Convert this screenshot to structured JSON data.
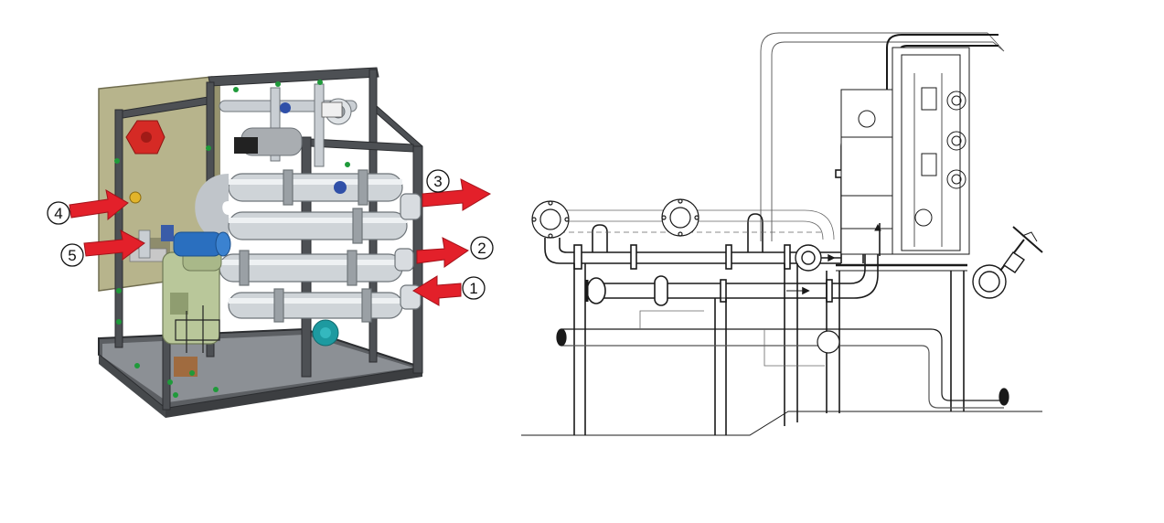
{
  "colors": {
    "background": "#ffffff",
    "arrow_red": "#e3202a",
    "cabinet_khaki": "#b7b48c",
    "frame_dark": "#4d5054",
    "pipe_steel": "#c9ced3",
    "pump_blue": "#2a6fbf",
    "motor_teal": "#1d9aa0",
    "filter_green": "#b9c79a",
    "valve_red": "#d52a25",
    "drawing_line": "#1a1a1a"
  },
  "callouts": [
    {
      "label": "1",
      "arrow_direction": "in"
    },
    {
      "label": "2",
      "arrow_direction": "out"
    },
    {
      "label": "3",
      "arrow_direction": "out"
    },
    {
      "label": "4",
      "arrow_direction": "in"
    },
    {
      "label": "5",
      "arrow_direction": "in"
    }
  ],
  "icons": {
    "hand_wheel_valve": "hand-wheel-valve-icon",
    "flange": "flange-icon"
  }
}
